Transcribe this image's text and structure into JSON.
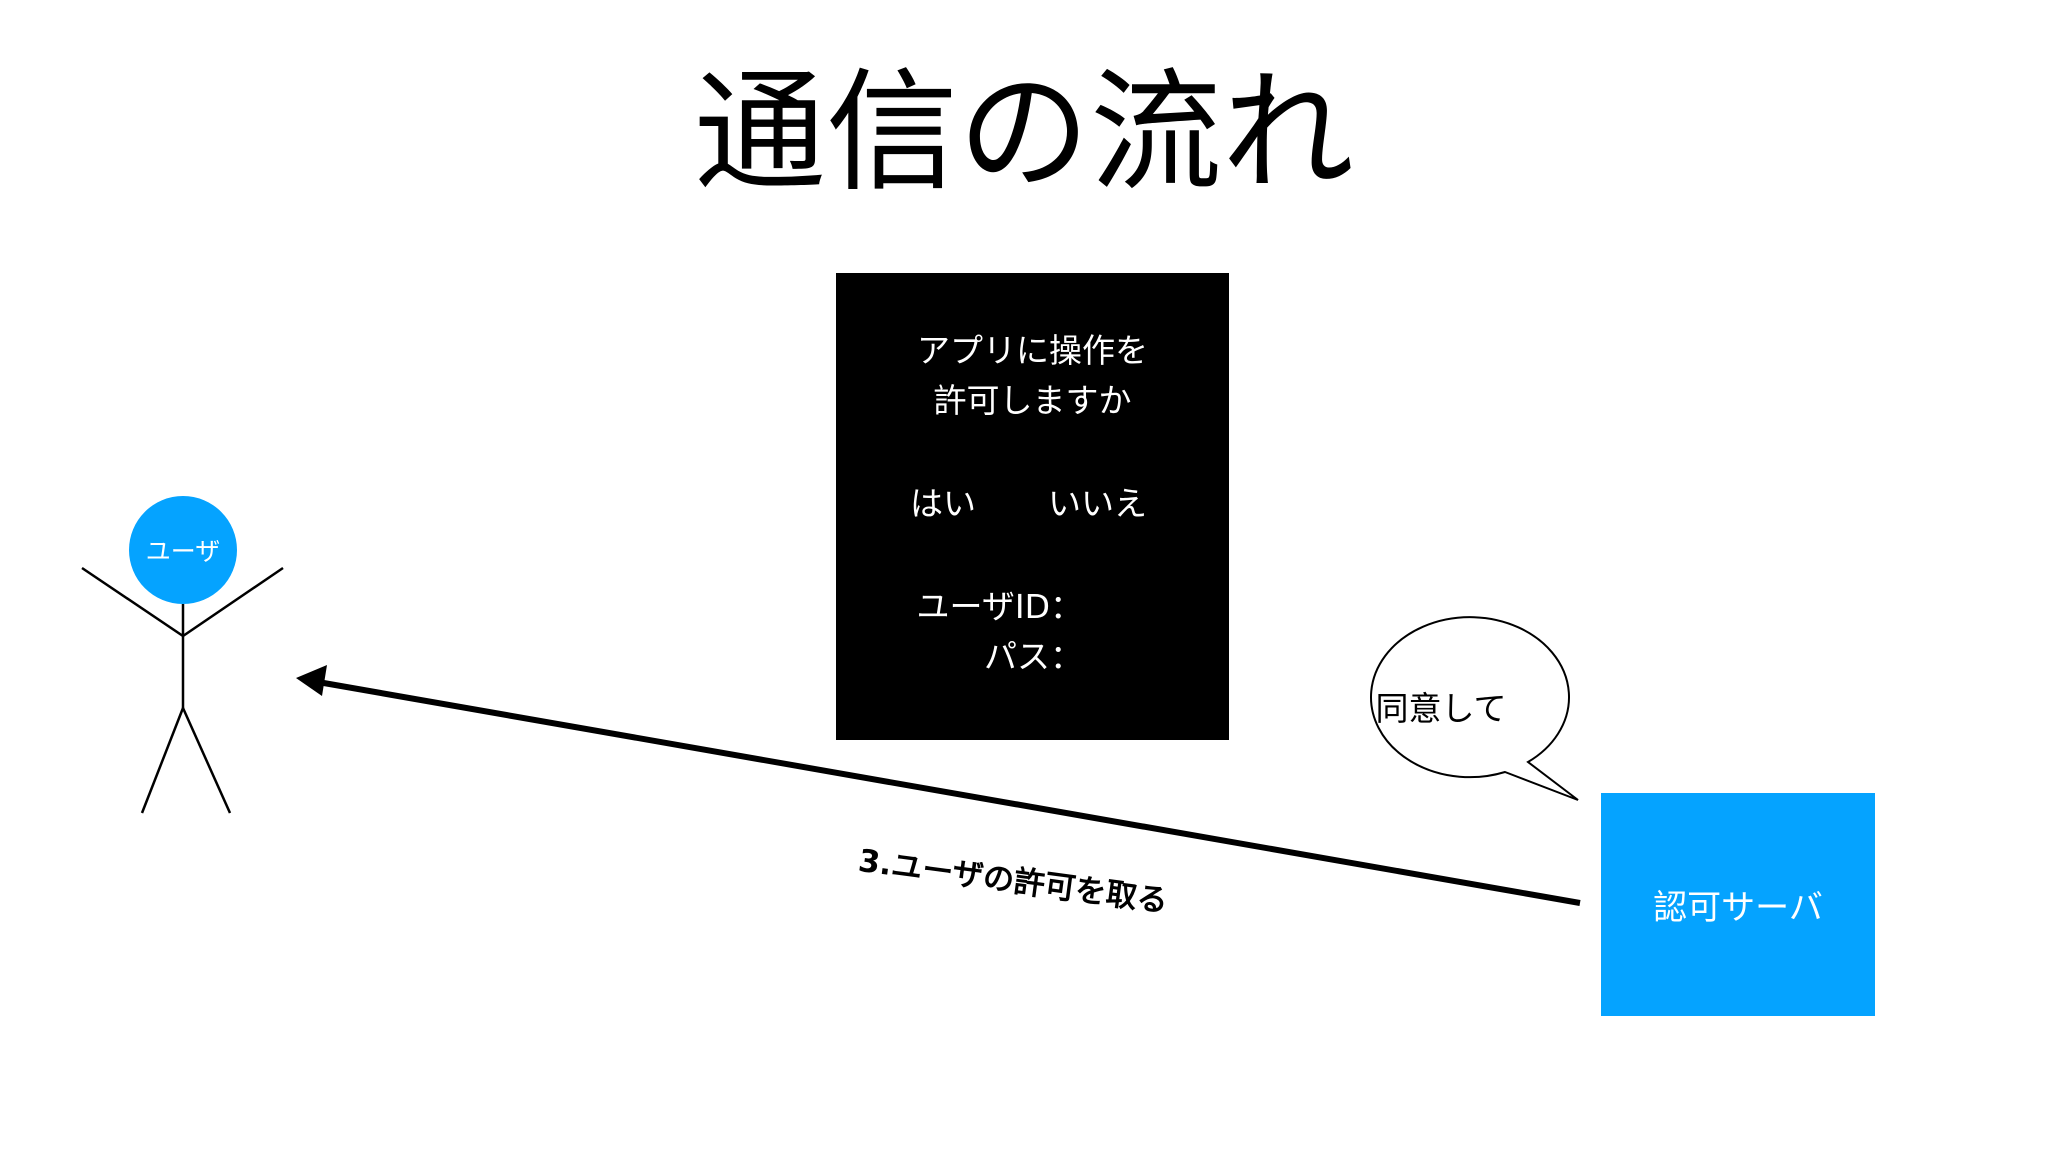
{
  "title": "通信の流れ",
  "user": {
    "label": "ユーザ"
  },
  "dialog": {
    "prompt_line1": "アプリに操作を",
    "prompt_line2": "許可しますか",
    "yes": "はい",
    "no": "いいえ",
    "user_id_label": "ユーザID：",
    "password_label": "パス："
  },
  "server": {
    "label": "認可サーバ",
    "speech": "同意して"
  },
  "arrow": {
    "label": "3.ユーザの許可を取る"
  },
  "colors": {
    "accent_blue": "#05a3ff",
    "dialog_bg": "#000000",
    "background": "#ffffff"
  }
}
